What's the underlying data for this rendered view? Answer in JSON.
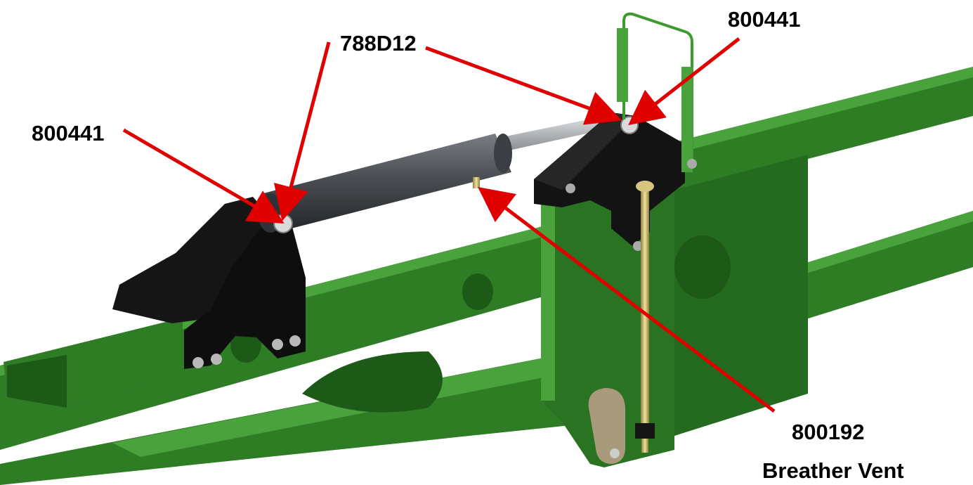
{
  "colors": {
    "frame_green": "#2e7d25",
    "frame_green_dark": "#1d5a17",
    "frame_green_light": "#4aa23d",
    "bracket_black": "#111111",
    "cylinder_grey": "#4a4d52",
    "rod_silver": "#b9bcbf",
    "brass": "#c9b76a",
    "handle_tan": "#a89a7a",
    "arrow_red": "#e00000",
    "label_black": "#000000"
  },
  "callouts": [
    {
      "id": "pin-left",
      "label": "800441"
    },
    {
      "id": "cylinder",
      "label": "788D12"
    },
    {
      "id": "pin-right",
      "label": "800441"
    },
    {
      "id": "vent",
      "label": "800192",
      "sublabel": "Breather Vent"
    }
  ]
}
